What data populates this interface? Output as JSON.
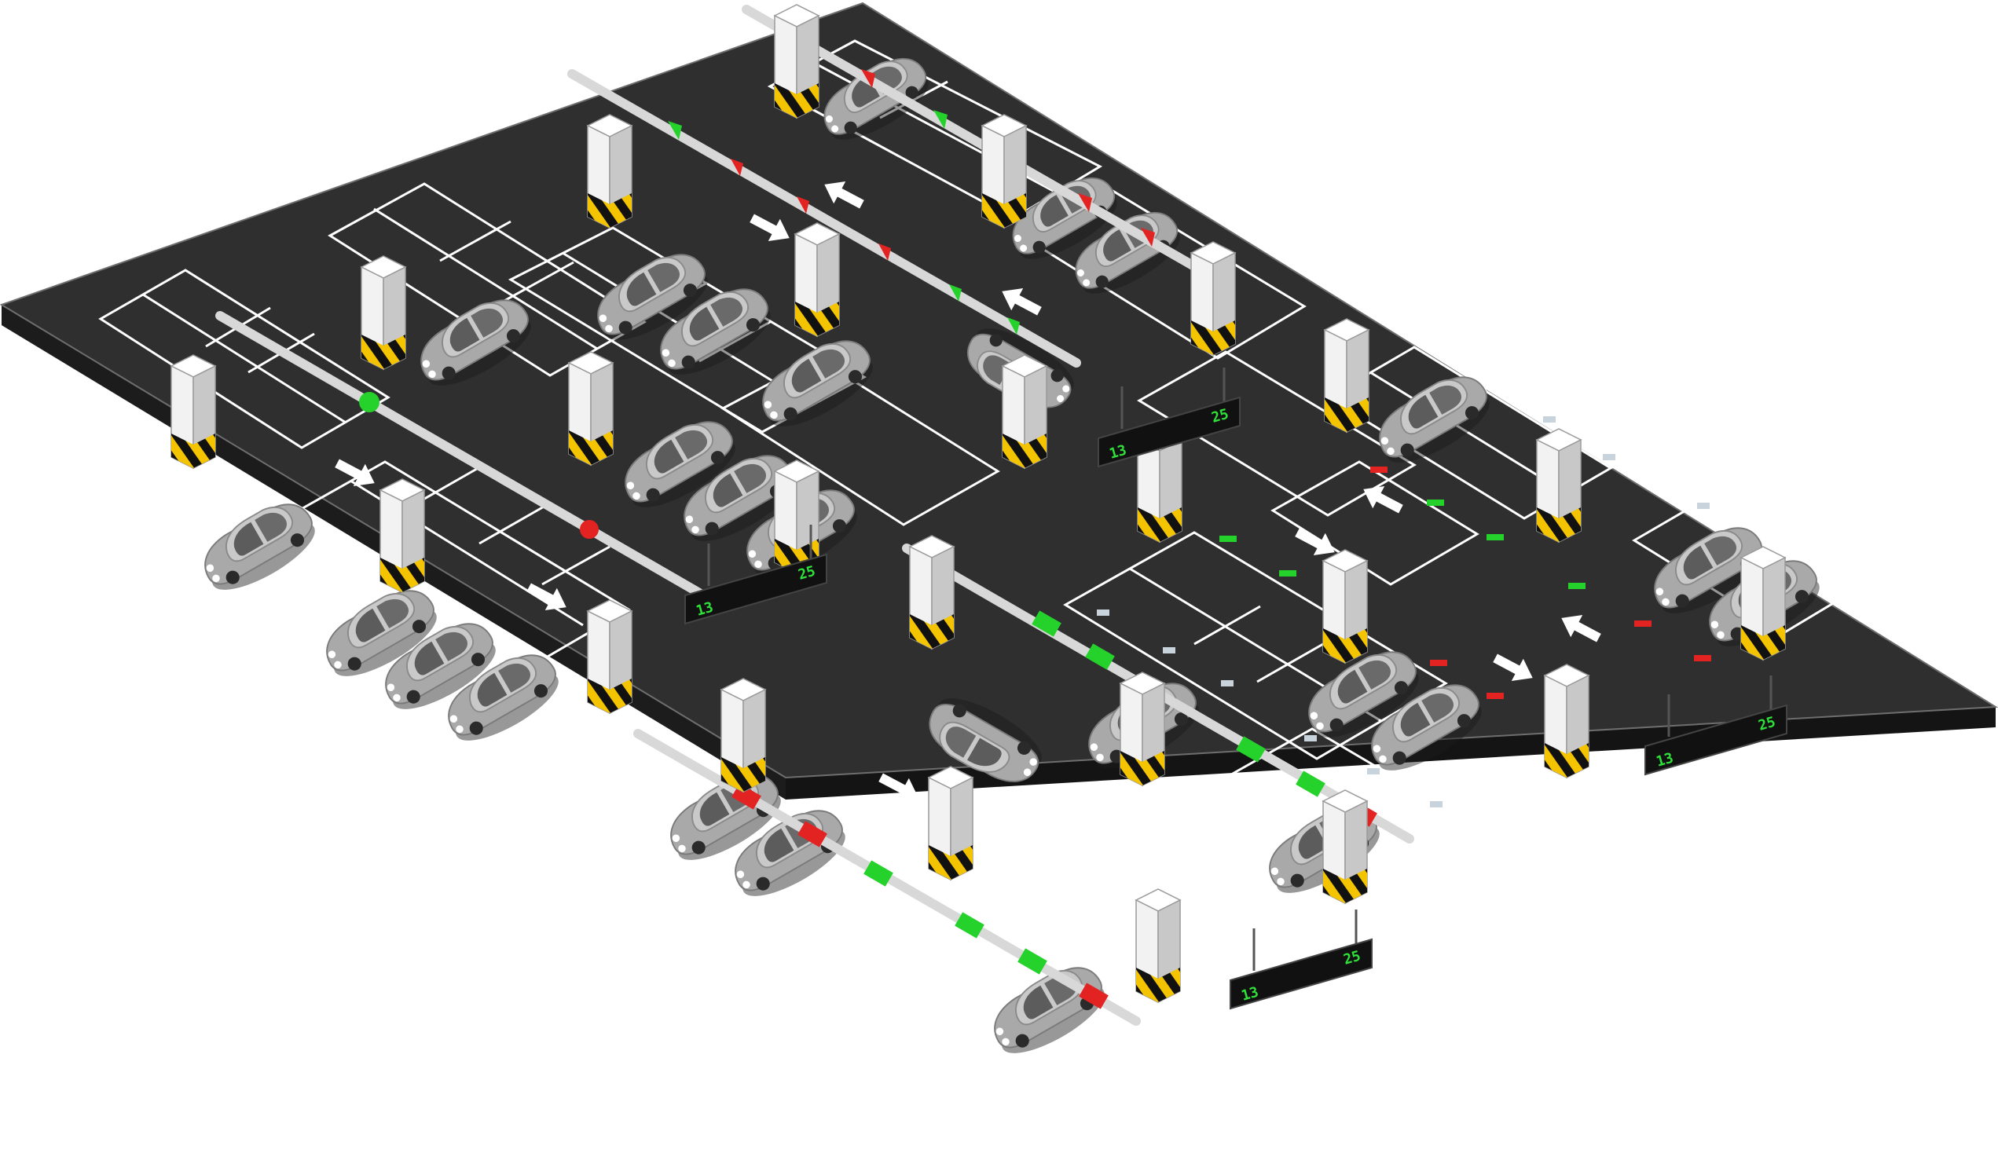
{
  "colors": {
    "background": "#ffffff",
    "ground_top": "#2f2f2f",
    "ground_side": "#1c1c1c",
    "ground_edge": "#6e6e6e",
    "slot_line": "#ffffff",
    "car_body": "#a9a9a9",
    "car_roof": "#c9c9c9",
    "car_window": "#5c5c5c",
    "column_face_light": "#f2f2f2",
    "column_face_dark": "#c8c8c8",
    "hazard_yellow": "#f5c400",
    "hazard_black": "#111111",
    "indicator_green": "#25d22b",
    "indicator_red": "#e32222",
    "sign_body": "#111111",
    "sign_text": "#2fe23a",
    "arrow": "#ffffff"
  },
  "guidance_signs": [
    {
      "left_count": "13",
      "right_count": "25"
    },
    {
      "left_count": "13",
      "right_count": "25"
    },
    {
      "left_count": "13",
      "right_count": "25"
    },
    {
      "left_count": "13",
      "right_count": "25"
    }
  ]
}
